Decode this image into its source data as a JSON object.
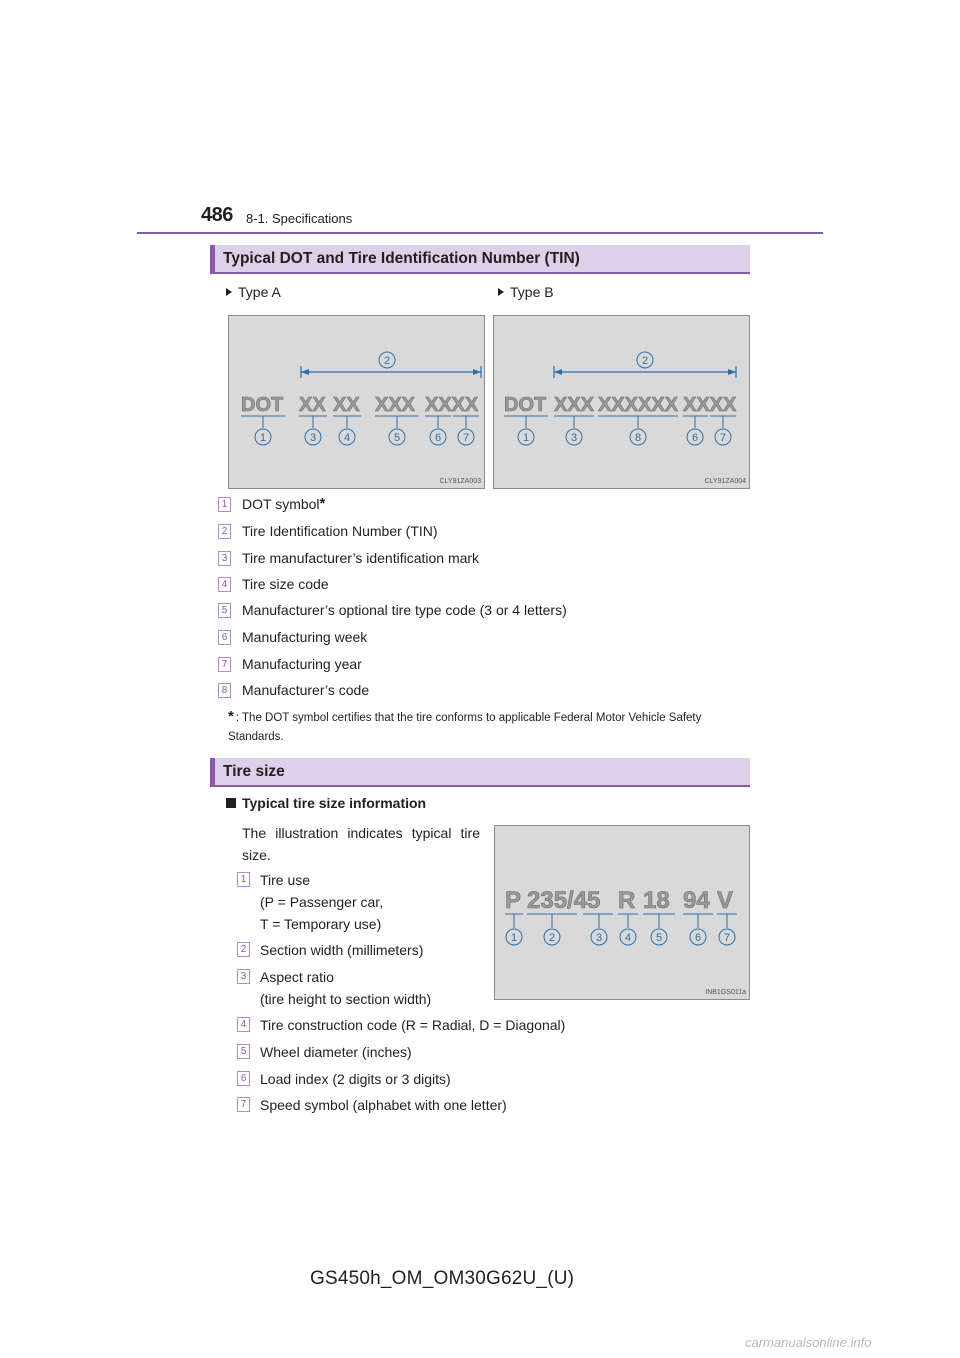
{
  "header": {
    "page_number": "486",
    "section": "8-1. Specifications"
  },
  "dot_section": {
    "title": "Typical DOT and Tire Identification Number (TIN)",
    "type_a_label": "Type A",
    "type_b_label": "Type B",
    "fig_a": {
      "code": "CLY91ZA003",
      "tokens": [
        "DOT",
        "XX",
        "XX",
        "XXX",
        "XXXX"
      ],
      "callouts": [
        "1",
        "3",
        "4",
        "5",
        "6",
        "7"
      ],
      "top_callout": "2"
    },
    "fig_b": {
      "code": "CLY91ZA004",
      "tokens": [
        "DOT",
        "XXX",
        "XXXXXX",
        "XXXX"
      ],
      "callouts": [
        "1",
        "3",
        "8",
        "6",
        "7"
      ],
      "top_callout": "2"
    },
    "legend": [
      {
        "num": "1",
        "text": "DOT symbol",
        "sup": "*"
      },
      {
        "num": "2",
        "text": "Tire Identification Number (TIN)"
      },
      {
        "num": "3",
        "text": "Tire manufacturer’s identification mark"
      },
      {
        "num": "4",
        "text": "Tire size code"
      },
      {
        "num": "5",
        "text": "Manufacturer’s optional tire type code (3 or 4 letters)"
      },
      {
        "num": "6",
        "text": "Manufacturing week"
      },
      {
        "num": "7",
        "text": "Manufacturing year"
      },
      {
        "num": "8",
        "text": "Manufacturer’s code"
      }
    ],
    "footnote_star": "*",
    "footnote": ": The DOT symbol certifies that the tire conforms to applicable Federal Motor Vehicle Safety Standards."
  },
  "size_section": {
    "title": "Tire size",
    "bullet_heading": "Typical tire size information",
    "intro": "The illustration indicates typical tire size.",
    "fig": {
      "code": "INB1GS011a",
      "tokens": [
        "P",
        "235/45",
        "R",
        "18",
        "94",
        "V"
      ],
      "callouts": [
        "1",
        "2",
        "3",
        "4",
        "5",
        "6",
        "7"
      ]
    },
    "items": [
      {
        "num": "1",
        "text": "Tire use\n(P = Passenger car,\nT = Temporary use)"
      },
      {
        "num": "2",
        "text": "Section width (millimeters)"
      },
      {
        "num": "3",
        "text": "Aspect ratio\n(tire height to section width)"
      },
      {
        "num": "4",
        "text": "Tire construction code (R = Radial, D = Diagonal)"
      },
      {
        "num": "5",
        "text": "Wheel diameter (inches)"
      },
      {
        "num": "6",
        "text": "Load index (2 digits or 3 digits)"
      },
      {
        "num": "7",
        "text": "Speed symbol (alphabet with one letter)"
      }
    ]
  },
  "footer": "GS450h_OM_OM30G62U_(U)",
  "watermark": "carmanualsonline.info",
  "colors": {
    "accent": "#8a5aa8",
    "header_fill": "#ddd0e8",
    "figure_bg": "#d9d9d9",
    "callout_blue": "#2e6fa8"
  }
}
